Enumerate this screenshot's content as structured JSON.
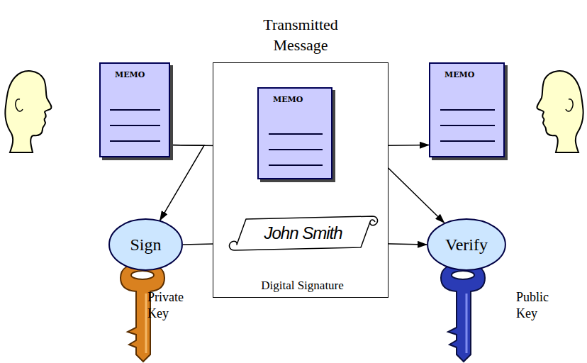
{
  "diagram": {
    "nodes": [
      {
        "text": [
          "MEMO"
        ]
      },
      {
        "text": [
          "Transmitted Message"
        ]
      },
      {
        "text": [
          "MEMO"
        ],
        "in": 1
      },
      {
        "text": [
          "John Smith"
        ],
        "in": 1
      },
      {
        "text": [
          "MEMO"
        ]
      },
      {
        "text": [
          "Sign"
        ]
      },
      {
        "text": [
          "Verify"
        ]
      }
    ],
    "edges": [
      {
        "from": 0,
        "to": 2,
        "arrow": "to"
      },
      {
        "from": 0,
        "to": 5,
        "arrow": "to"
      },
      {
        "from": 2,
        "to": 4,
        "arrow": "to"
      },
      {
        "from": 2,
        "to": 6,
        "arrow": "to"
      },
      {
        "from": 5,
        "to": 3,
        "arrow": "none"
      },
      {
        "from": 3,
        "to": 6,
        "arrow": "to"
      }
    ],
    "labels": [
      "Digital Signature",
      "Private Key",
      "Public Key"
    ]
  }
}
